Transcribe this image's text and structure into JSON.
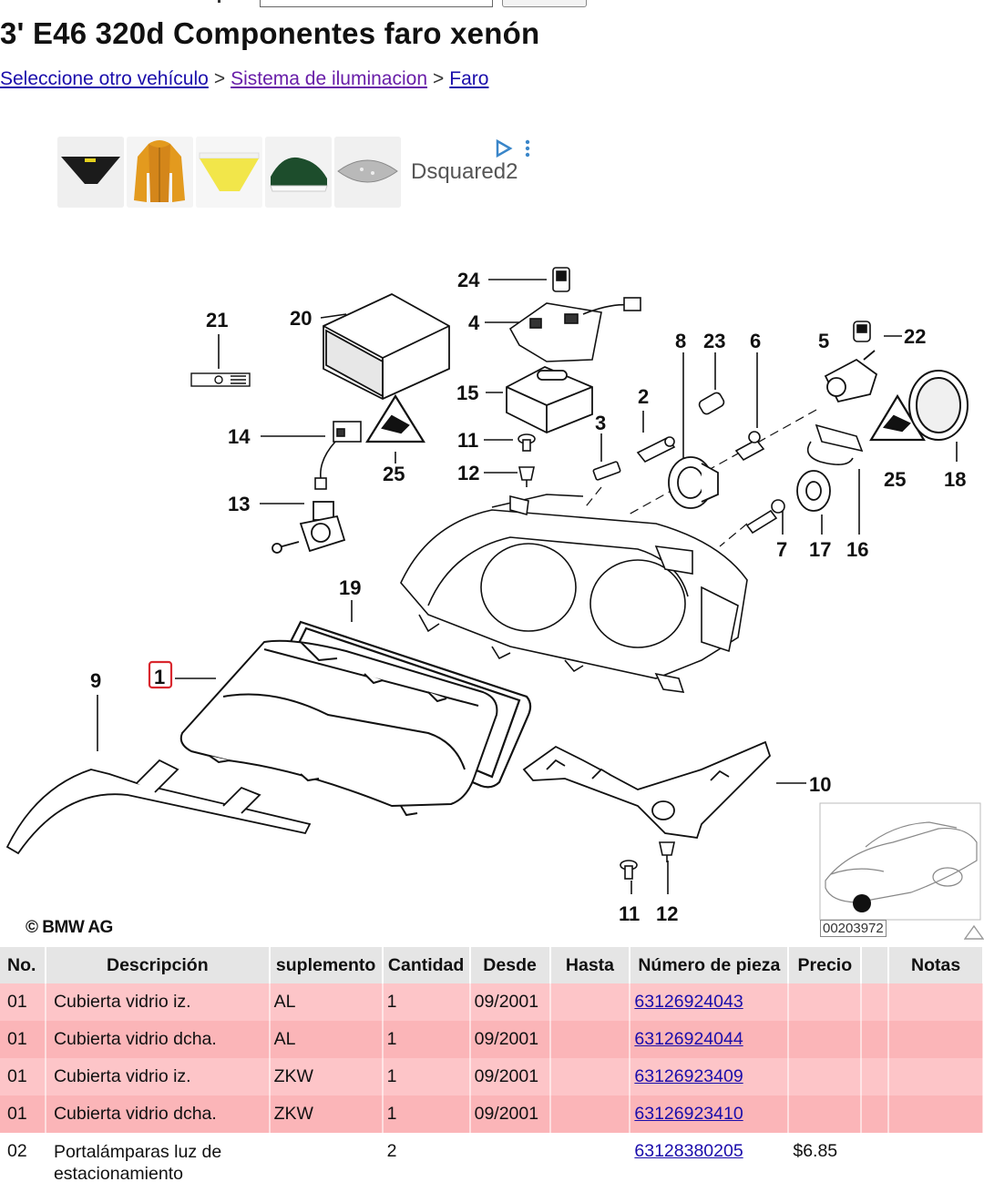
{
  "page": {
    "title": "3' E46 320d Componentes faro xenón"
  },
  "breadcrumb": {
    "items": [
      "Seleccione otro vehículo",
      "Sistema de iluminacion",
      "Faro"
    ],
    "separator": ">"
  },
  "ad": {
    "brand": "Dsquared2",
    "thumbnails": [
      "swim-brief",
      "orange-jacket",
      "yellow-brief",
      "green-sneaker",
      "silver-clutch"
    ]
  },
  "diagram": {
    "copyright": "© BMW AG",
    "diagram_id": "00203972",
    "callouts": [
      "24",
      "4",
      "21",
      "20",
      "8",
      "23",
      "6",
      "5",
      "22",
      "15",
      "2",
      "14",
      "11",
      "3",
      "25",
      "12",
      "25",
      "18",
      "13",
      "7",
      "17",
      "16",
      "19",
      "9",
      "1",
      "10",
      "11",
      "12"
    ]
  },
  "table": {
    "headers": [
      "No.",
      "Descripción",
      "suplemento",
      "Cantidad",
      "Desde",
      "Hasta",
      "Número de pieza",
      "Precio",
      "",
      "Notas"
    ],
    "rows": [
      {
        "no": "01",
        "desc": "Cubierta vidrio iz.",
        "sup": "AL",
        "qty": "1",
        "from": "09/2001",
        "to": "",
        "part": "63126924043",
        "price": ""
      },
      {
        "no": "01",
        "desc": "Cubierta vidrio dcha.",
        "sup": "AL",
        "qty": "1",
        "from": "09/2001",
        "to": "",
        "part": "63126924044",
        "price": ""
      },
      {
        "no": "01",
        "desc": "Cubierta vidrio iz.",
        "sup": "ZKW",
        "qty": "1",
        "from": "09/2001",
        "to": "",
        "part": "63126923409",
        "price": ""
      },
      {
        "no": "01",
        "desc": "Cubierta vidrio dcha.",
        "sup": "ZKW",
        "qty": "1",
        "from": "09/2001",
        "to": "",
        "part": "63126923410",
        "price": ""
      },
      {
        "no": "02",
        "desc": "Portalámparas luz de estacionamiento",
        "sup": "",
        "qty": "2",
        "from": "",
        "to": "",
        "part": "63128380205",
        "price": "$6.85"
      }
    ]
  },
  "colors": {
    "link": "#1a0dab",
    "visited_link": "#681da8",
    "row_highlight_a": "#fdc5c8",
    "row_highlight_b": "#fbb5b8",
    "header_bg": "#e5e5e5",
    "callout_highlight": "#d9272e",
    "ad_choices": "#3a86c9"
  }
}
